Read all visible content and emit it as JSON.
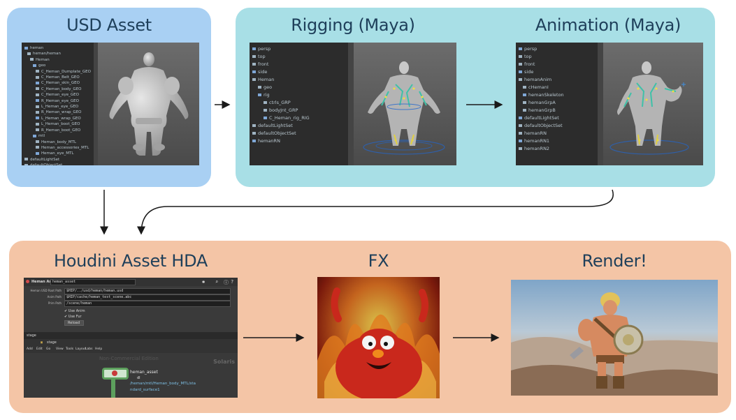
{
  "panels": {
    "usd_asset": {
      "title": "USD Asset"
    },
    "rigging": {
      "title": "Rigging (Maya)"
    },
    "animation": {
      "title": "Animation (Maya)"
    },
    "houdini": {
      "title": "Houdini Asset HDA"
    },
    "fx": {
      "title": "FX"
    },
    "render": {
      "title": "Render!"
    }
  },
  "colors": {
    "usd_panel": "#a9d0f3",
    "maya_panel": "#a8dfe6",
    "houdini_panel": "#f4c5a6",
    "title_text": "#1e3f5a",
    "arrow": "#1a1a1a"
  },
  "usd_outliner": {
    "items": [
      "heman",
      "heman/heman",
      "Heman",
      "geo",
      "C_Heman_Dumplate_GEO",
      "C_Heman_Belt_GEO",
      "C_Heman_skin_GEO",
      "C_Heman_body_GEO",
      "C_Heman_eye_GEO",
      "R_Heman_eye_GEO",
      "L_Heman_eye_GEO",
      "R_Heman_wrap_GEO",
      "L_Heman_wrap_GEO",
      "L_Heman_boot_GEO",
      "R_Heman_boot_GEO",
      "mtl",
      "Heman_body_MTL",
      "Heman_accessories_MTL",
      "Heman_eye_MTL",
      "defaultLightSet",
      "defaultObjectSet"
    ]
  },
  "rig_outliner": {
    "items": [
      "persp",
      "top",
      "front",
      "side",
      "Heman",
      "geo",
      "rig",
      "ctrls_GRP",
      "bodyJnt_GRP",
      "C_Heman_rig_RIG",
      "defaultLightSet",
      "defaultObjectSet",
      "hemanRN"
    ]
  },
  "anim_outliner": {
    "items": [
      "persp",
      "top",
      "front",
      "side",
      "hemanAnim",
      "cHemanI",
      "hemanSkeleton",
      "hemanGrpA",
      "hemanGrpB",
      "defaultLightSet",
      "defaultObjectSet",
      "hemanRN",
      "hemanRN1",
      "hemanRN2"
    ]
  },
  "houdini_ui": {
    "node_title": "Heman Asset",
    "node_name": "heman_asset",
    "params": [
      {
        "label": "Heman USD Root Path",
        "value": "$HIP/../usd/heman/heman.usd"
      },
      {
        "label": "Anim Path",
        "value": "$HIP/cache/heman_test_scene.abc"
      },
      {
        "label": "Prim Path",
        "value": "/scene/heman"
      }
    ],
    "checkboxes": [
      "Use Anim",
      "Use Fur"
    ],
    "reload_button": "Reload",
    "network_path": "stage",
    "menu": [
      "Add",
      "Edit",
      "Go",
      "View",
      "Tools",
      "Layout",
      "Labs",
      "Help"
    ],
    "watermark": "Non-Commercial Edition",
    "context_label": "Solaris",
    "node_label": "heman_asset",
    "node_info_flag": "dl",
    "node_info_path": "/heman/mtl/Heman_body_MTL/sta",
    "node_info_path2": "ndard_surface1"
  }
}
